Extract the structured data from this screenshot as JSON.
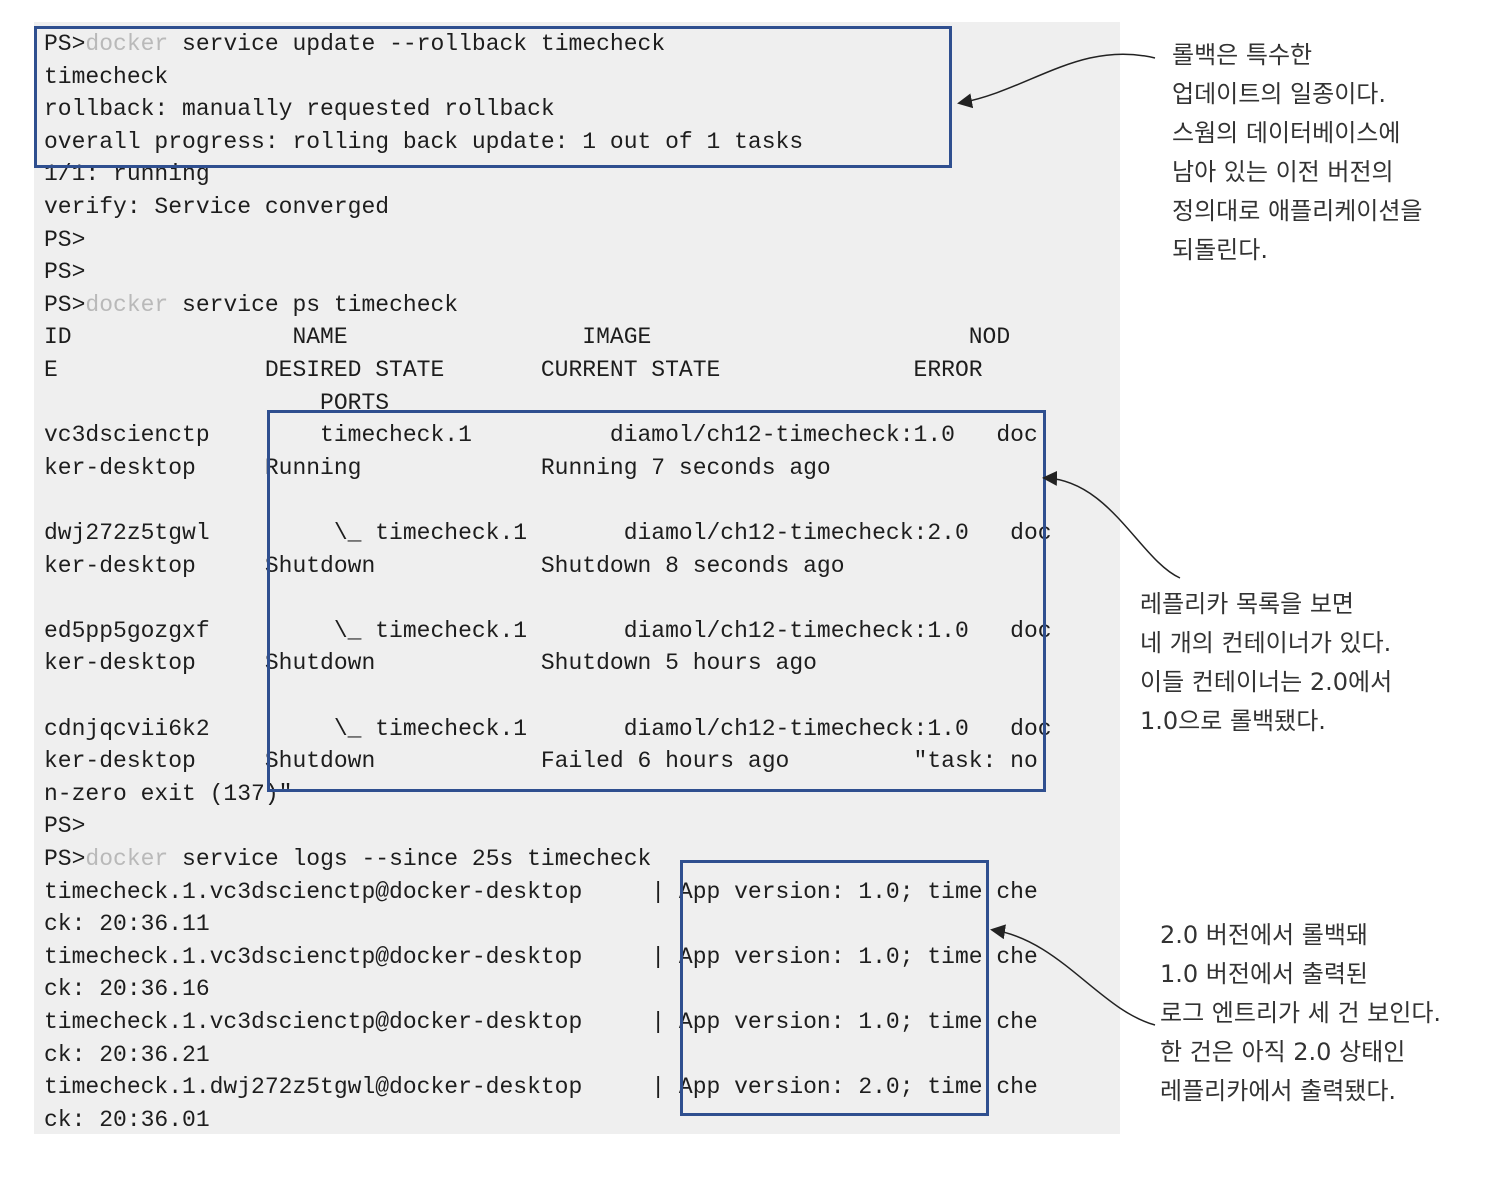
{
  "terminal": {
    "lines": [
      {
        "prefix": "PS>",
        "cmd": "docker",
        "rest": " service update --rollback timecheck"
      },
      {
        "text": "timecheck"
      },
      {
        "text": "rollback: manually requested rollback"
      },
      {
        "text": "overall progress: rolling back update: 1 out of 1 tasks"
      },
      {
        "text": "1/1: running"
      },
      {
        "text": "verify: Service converged"
      },
      {
        "text": "PS>"
      },
      {
        "text": "PS>"
      },
      {
        "prefix": "PS>",
        "cmd": "docker",
        "rest": " service ps timecheck"
      },
      {
        "text": "ID                NAME                 IMAGE                       NOD"
      },
      {
        "text": "E               DESIRED STATE       CURRENT STATE              ERROR"
      },
      {
        "text": "                    PORTS"
      },
      {
        "text": "vc3dscienctp        timecheck.1          diamol/ch12-timecheck:1.0   doc"
      },
      {
        "text": "ker-desktop     Running             Running 7 seconds ago"
      },
      {
        "text": ""
      },
      {
        "text": "dwj272z5tgwl         \\_ timecheck.1       diamol/ch12-timecheck:2.0   doc"
      },
      {
        "text": "ker-desktop     Shutdown            Shutdown 8 seconds ago"
      },
      {
        "text": ""
      },
      {
        "text": "ed5pp5gozgxf         \\_ timecheck.1       diamol/ch12-timecheck:1.0   doc"
      },
      {
        "text": "ker-desktop     Shutdown            Shutdown 5 hours ago"
      },
      {
        "text": ""
      },
      {
        "text": "cdnjqcvii6k2         \\_ timecheck.1       diamol/ch12-timecheck:1.0   doc"
      },
      {
        "text": "ker-desktop     Shutdown            Failed 6 hours ago         \"task: no"
      },
      {
        "text": "n-zero exit (137)\""
      },
      {
        "text": "PS>"
      },
      {
        "prefix": "PS>",
        "cmd": "docker",
        "rest": " service logs --since 25s timecheck"
      },
      {
        "text": "timecheck.1.vc3dscienctp@docker-desktop     | App version: 1.0; time che"
      },
      {
        "text": "ck: 20:36.11"
      },
      {
        "text": "timecheck.1.vc3dscienctp@docker-desktop     | App version: 1.0; time che"
      },
      {
        "text": "ck: 20:36.16"
      },
      {
        "text": "timecheck.1.vc3dscienctp@docker-desktop     | App version: 1.0; time che"
      },
      {
        "text": "ck: 20:36.21"
      },
      {
        "text": "timecheck.1.dwj272z5tgwl@docker-desktop     | App version: 2.0; time che"
      },
      {
        "text": "ck: 20:36.01"
      }
    ]
  },
  "callouts": {
    "rollback_note": "롤백은 특수한\n업데이트의 일종이다.\n스웜의 데이터베이스에\n남아 있는 이전 버전의\n정의대로 애플리케이션을\n되돌린다.",
    "replica_note": "레플리카 목록을 보면\n네 개의 컨테이너가 있다.\n이들 컨테이너는 2.0에서\n1.0으로 롤백됐다.",
    "logs_note": "2.0 버전에서 롤백돼\n1.0 버전에서 출력된\n로그 엔트리가 세 건 보인다.\n한 건은 아직 2.0 상태인\n레플리카에서 출력됐다."
  },
  "colors": {
    "box_border": "#2f4f8f",
    "terminal_bg": "#efefef",
    "dim_text": "#b9b9b9"
  }
}
